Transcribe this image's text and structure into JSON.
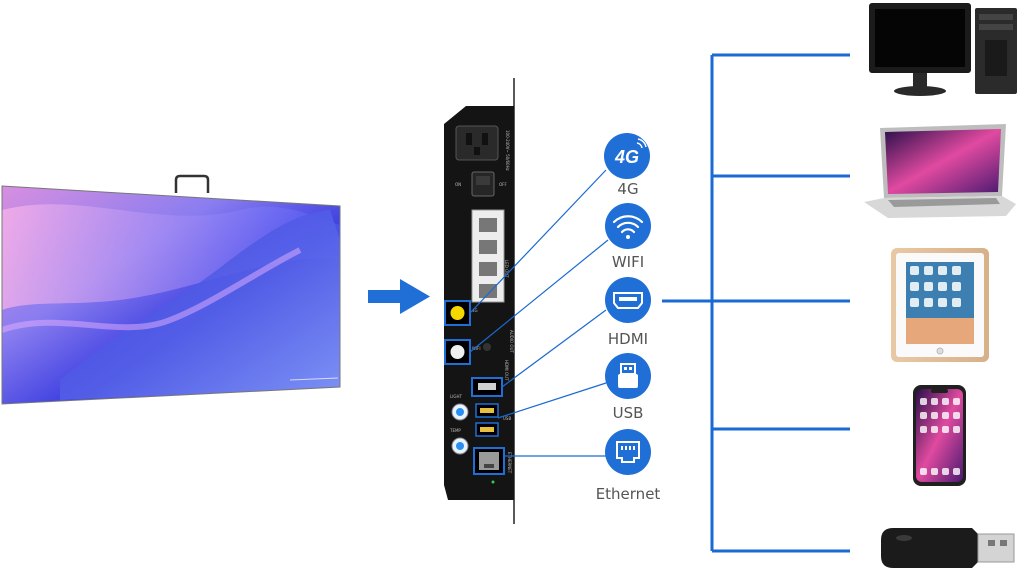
{
  "colors": {
    "accent": "#1f6fd6",
    "connector_line": "#1a6ad4",
    "box_black": "#141414",
    "highlight": "#f5d800"
  },
  "interfaces": [
    {
      "label": "4G",
      "icon": "4g-icon",
      "icon_text": "4G"
    },
    {
      "label": "WIFI",
      "icon": "wifi-icon"
    },
    {
      "label": "HDMI",
      "icon": "hdmi-icon"
    },
    {
      "label": "USB",
      "icon": "usb-icon"
    },
    {
      "label": "Ethernet",
      "icon": "ethernet-icon"
    }
  ],
  "devices": [
    {
      "name": "desktop-computer",
      "icon": "desktop-computer-icon"
    },
    {
      "name": "laptop",
      "icon": "laptop-icon"
    },
    {
      "name": "tablet",
      "icon": "tablet-icon"
    },
    {
      "name": "smartphone",
      "icon": "smartphone-icon"
    },
    {
      "name": "usb-flash-drive",
      "icon": "usb-flash-drive-icon"
    }
  ],
  "control_box": {
    "port_labels": [
      "ON",
      "OFF",
      "LED OUT",
      "4G",
      "WIFI",
      "HDMI OUT",
      "AUDIO OUT",
      "LIGHT",
      "TEMP",
      "USB",
      "ETHERNET",
      "100-240V~ 50/60Hz"
    ]
  }
}
